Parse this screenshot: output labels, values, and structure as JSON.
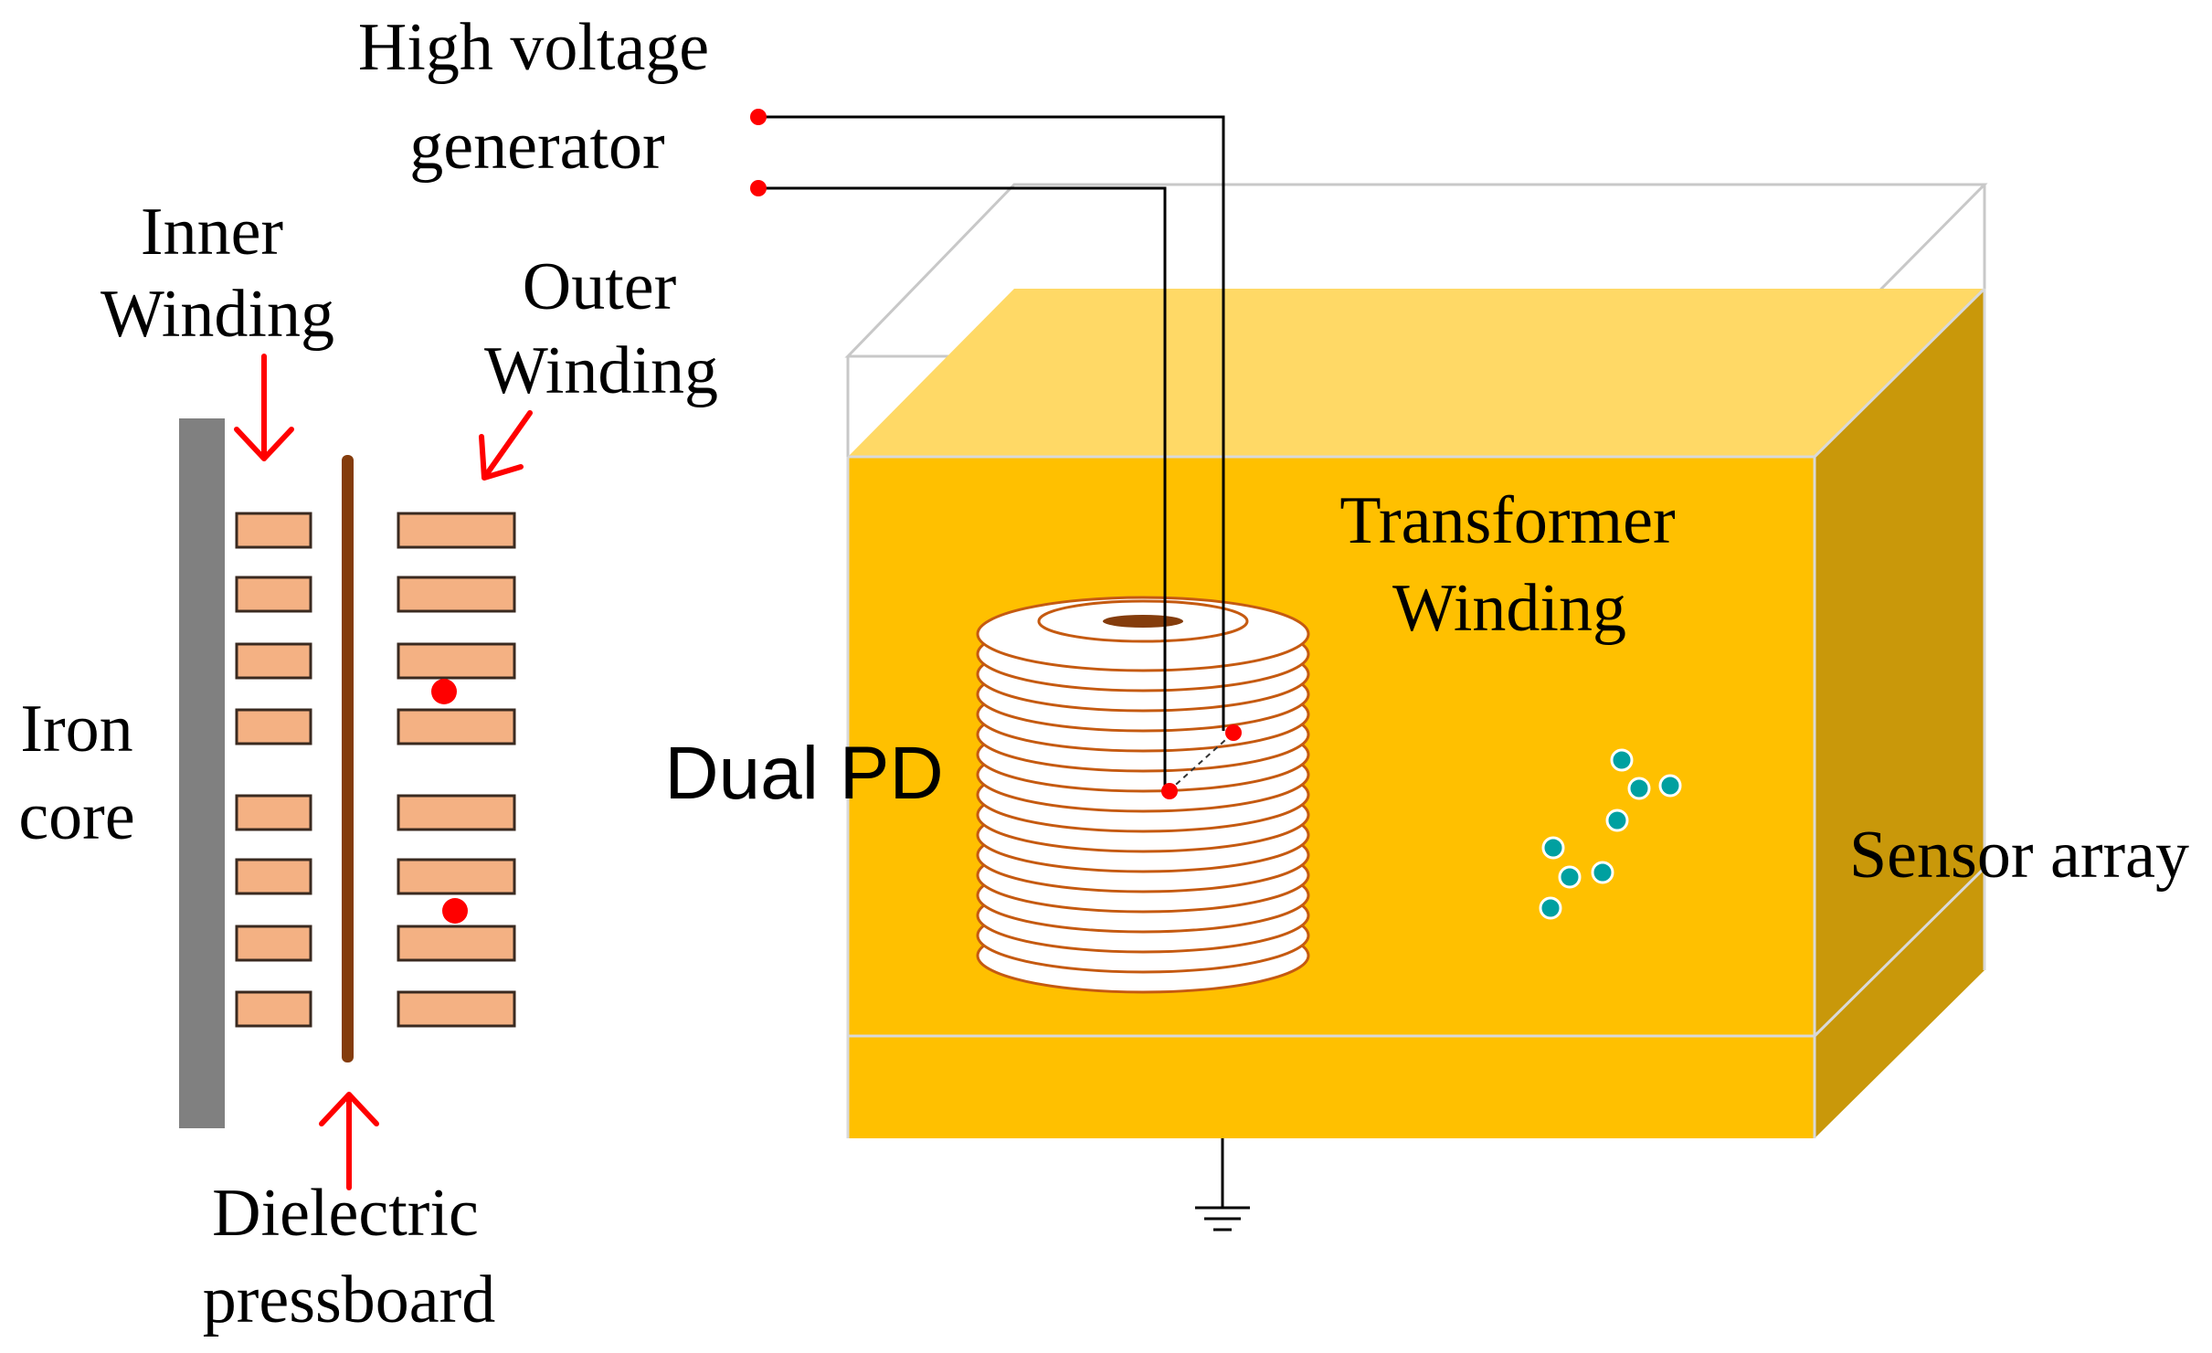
{
  "labels": {
    "hv_line1": "High voltage",
    "hv_line2": "generator",
    "inner_line1": "Inner",
    "inner_line2": "Winding",
    "outer_line1": "Outer",
    "outer_line2": "Winding",
    "iron_line1": "Iron",
    "iron_line2": "core",
    "dielectric_line1": "Dielectric",
    "dielectric_line2": "pressboard",
    "transformer_line1": "Transformer",
    "transformer_line2": "Winding",
    "dual_pd": "Dual PD",
    "sensor_array": "Sensor array"
  },
  "colors": {
    "oil_front": "#FFC000",
    "oil_top": "#FFD966",
    "oil_side": "#C9980A",
    "winding_block": "#F4B183",
    "winding_block_border": "#3a2a20",
    "iron_core": "#808080",
    "pressboard": "#843C0C",
    "arrow": "#FF0000",
    "pd_dot": "#FF0000",
    "coil_stroke": "#C55A11",
    "sensor_dot": "#00A0A0",
    "wire": "#000000"
  },
  "icons": {
    "ground": "ground-symbol-icon",
    "arrow": "arrow-icon"
  }
}
